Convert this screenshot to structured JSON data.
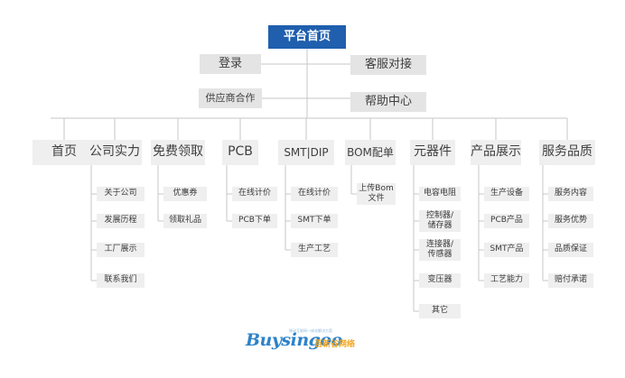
{
  "root": "平台首页",
  "top_items": [
    "登录",
    "客服对接",
    "供应商合作",
    "帮助中心"
  ],
  "sections": [
    {
      "label": "首页",
      "children": []
    },
    {
      "label": "公司实力",
      "children": [
        "关于公司",
        "发展历程",
        "工厂展示",
        "联系我们"
      ]
    },
    {
      "label": "免费领取",
      "children": [
        "优惠券",
        "领取礼品"
      ]
    },
    {
      "label": "PCB",
      "children": [
        "在线计价",
        "PCB下单"
      ]
    },
    {
      "label": "SMT|DIP",
      "children": [
        "在线计价",
        "SMT下单",
        "生产工艺"
      ]
    },
    {
      "label": "BOM配单",
      "children": [
        "上传Bom\n文件"
      ]
    },
    {
      "label": "元器件",
      "children": [
        "电容电阻",
        "控制器/\n储存器",
        "连接器/\n传感器",
        "变压器",
        "其它"
      ]
    },
    {
      "label": "产品展示",
      "children": [
        "生产设备",
        "PCB产品",
        "SMT产品",
        "工艺能力"
      ]
    },
    {
      "label": "服务品质",
      "children": [
        "服务内容",
        "服务优势",
        "品质保证",
        "赔付承诺"
      ]
    }
  ],
  "logo": {
    "wordmark": "Buysingoo",
    "cn_name": "百新谷网络",
    "tagline": "移动互联网一体化解决方案"
  },
  "colors": {
    "root_bg": "#1f5fae",
    "box_bg": "#efefef",
    "line": "#c7c7c7",
    "logo_blue": "#2c82c9",
    "logo_orange": "#f2a51e"
  }
}
